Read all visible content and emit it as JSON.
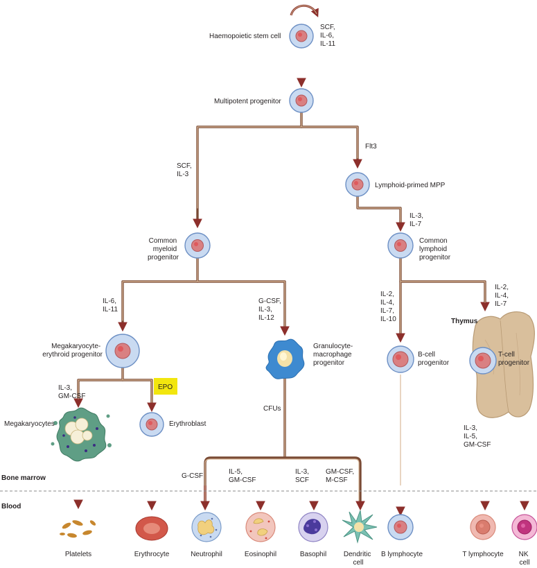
{
  "cells": {
    "hsc": "Haemopoietic stem cell",
    "mpp": "Multipotent progenitor",
    "lmpp": "Lymphoid-primed MPP",
    "cmp": [
      "Common",
      "myeloid",
      "progenitor"
    ],
    "clp": [
      "Common",
      "lymphoid",
      "progenitor"
    ],
    "mep": [
      "Megakaryocyte-",
      "erythroid progenitor"
    ],
    "gmp": [
      "Granulocyte-",
      "macrophage",
      "progenitor"
    ],
    "bprog": [
      "B-cell",
      "progenitor"
    ],
    "tprog": [
      "T-cell",
      "progenitor"
    ],
    "megakaryocytes": "Megakaryocytes",
    "erythroblast": "Erythroblast",
    "cfus": "CFUs"
  },
  "factors": {
    "hsc": [
      "SCF,",
      "IL-6,",
      "IL-11"
    ],
    "flt3": "Flt3",
    "cmp": [
      "SCF,",
      "IL-3"
    ],
    "clp": [
      "IL-3,",
      "IL-7"
    ],
    "mep": [
      "IL-6,",
      "IL-11"
    ],
    "gmp": [
      "G-CSF,",
      "IL-3,",
      "IL-12"
    ],
    "bprog": [
      "IL-2,",
      "IL-4,",
      "IL-7,",
      "IL-10"
    ],
    "tprog": [
      "IL-2,",
      "IL-4,",
      "IL-7"
    ],
    "mega": [
      "IL-3,",
      "GM-CSF"
    ],
    "epo": "EPO",
    "neut": "G-CSF",
    "eos": [
      "IL-5,",
      "GM-CSF"
    ],
    "baso": [
      "IL-3,",
      "SCF"
    ],
    "dend": [
      "GM-CSF,",
      "M-CSF"
    ],
    "tlymph": [
      "IL-3,",
      "IL-5,",
      "GM-CSF"
    ]
  },
  "regions": {
    "thymus": "Thymus",
    "bone_marrow": "Bone marrow",
    "blood": "Blood"
  },
  "mature": {
    "platelets": "Platelets",
    "erythrocyte": "Erythrocyte",
    "neutrophil": "Neutrophil",
    "eosinophil": "Eosinophil",
    "basophil": "Basophil",
    "dendritic": [
      "Dendritic",
      "cell"
    ],
    "blymph": "B lymphocyte",
    "tlymph": "T lymphocyte",
    "nk": [
      "NK",
      "cell"
    ]
  },
  "colors": {
    "line": "#7a4b35",
    "arrow": "#8c2f2b",
    "cell_outer": "#c9daf1",
    "nucleus": "#d98082",
    "epo_box": "#f2e60e",
    "thymus": "#d9bf9c"
  }
}
